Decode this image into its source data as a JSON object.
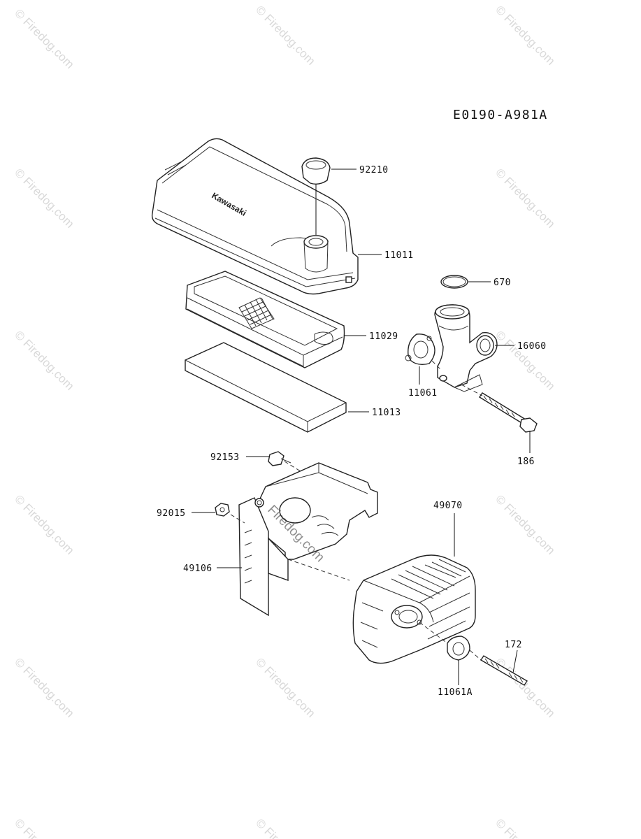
{
  "diagram_code": "E0190-A981A",
  "cover_brand": "Kawasaki",
  "watermark": "© Firedog.com",
  "center_watermark": "Firedog.com",
  "parts": [
    {
      "id": "p92210",
      "label": "92210"
    },
    {
      "id": "p11011",
      "label": "11011"
    },
    {
      "id": "p670",
      "label": "670"
    },
    {
      "id": "p11029",
      "label": "11029"
    },
    {
      "id": "p16060",
      "label": "16060"
    },
    {
      "id": "p11061",
      "label": "11061"
    },
    {
      "id": "p11013",
      "label": "11013"
    },
    {
      "id": "p186",
      "label": "186"
    },
    {
      "id": "p92153",
      "label": "92153"
    },
    {
      "id": "p49070",
      "label": "49070"
    },
    {
      "id": "p92015",
      "label": "92015"
    },
    {
      "id": "p49106",
      "label": "49106"
    },
    {
      "id": "p172",
      "label": "172"
    },
    {
      "id": "p11061A",
      "label": "11061A"
    }
  ]
}
